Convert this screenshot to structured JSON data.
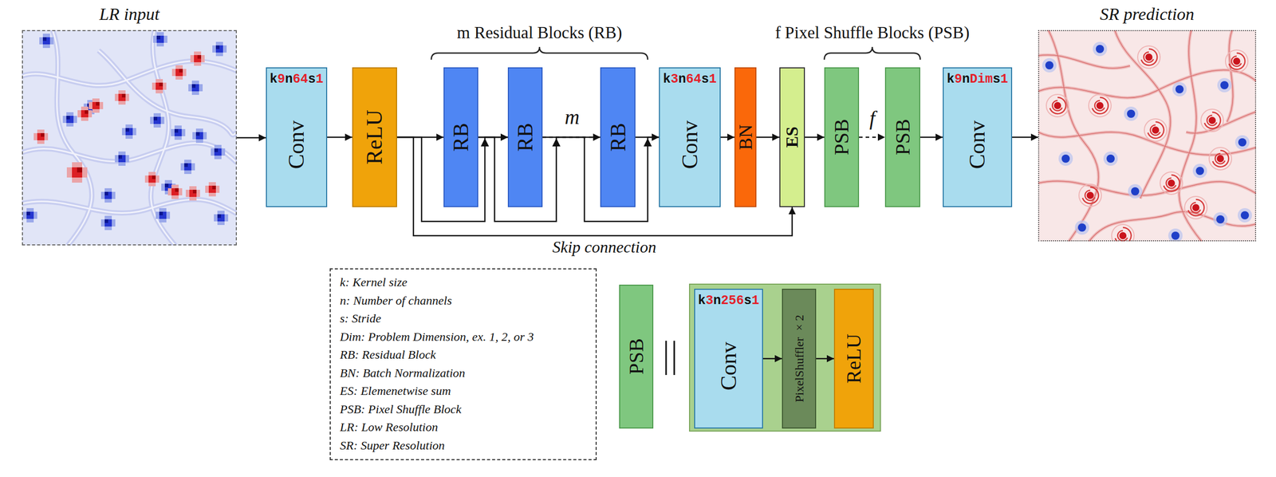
{
  "diagram": {
    "nodes": [
      {
        "text": [
          "LR input"
        ]
      },
      {
        "text": [
          "k9n64s1",
          "Conv"
        ]
      },
      {
        "text": [
          "ReLU"
        ]
      },
      {
        "text": [
          "RB"
        ]
      },
      {
        "text": [
          "RB"
        ]
      },
      {
        "text": [
          "RB"
        ]
      },
      {
        "text": [
          "k3n64s1",
          "Conv"
        ]
      },
      {
        "text": [
          "BN"
        ]
      },
      {
        "text": [
          "ES"
        ]
      },
      {
        "text": [
          "PSB"
        ]
      },
      {
        "text": [
          "PSB"
        ]
      },
      {
        "text": [
          "k9nDims1",
          "Conv"
        ]
      },
      {
        "text": [
          "SR prediction"
        ]
      },
      {
        "text": [
          "k: Kernel size",
          "n: Number of channels",
          "s: Stride",
          "Dim: Problem Dimension, ex. 1, 2, or 3",
          "RB: Residual Block",
          "BN: Batch Normalization",
          "ES: Elemenetwise sum",
          "PSB: Pixel Shuffle Block",
          "LR: Low Resolution",
          "SR: Super Resolution"
        ]
      },
      {
        "text": [
          "PSB"
        ]
      },
      {
        "text": []
      },
      {
        "text": [
          "k3n256s1",
          "Conv"
        ],
        "in": 15
      },
      {
        "text": [
          "PixelShuffler ×2"
        ],
        "in": 15
      },
      {
        "text": [
          "ReLU"
        ],
        "in": 15
      }
    ],
    "edges": [
      {
        "from": 0,
        "to": 1,
        "arrow": "to"
      },
      {
        "from": 1,
        "to": 2,
        "arrow": "to"
      },
      {
        "from": 2,
        "to": 3,
        "arrow": "to"
      },
      {
        "from": 3,
        "to": 4,
        "arrow": "to"
      },
      {
        "from": 4,
        "to": 5,
        "label": "m",
        "arrow": "to"
      },
      {
        "from": 5,
        "to": 6,
        "arrow": "to"
      },
      {
        "from": 6,
        "to": 7,
        "arrow": "to"
      },
      {
        "from": 7,
        "to": 8,
        "arrow": "to"
      },
      {
        "from": 8,
        "to": 9,
        "arrow": "to"
      },
      {
        "from": 9,
        "to": 10,
        "label": "f",
        "arrow": "to"
      },
      {
        "from": 10,
        "to": 11,
        "arrow": "to"
      },
      {
        "from": 11,
        "to": 12,
        "arrow": "to"
      },
      {
        "from": 2,
        "to": 4,
        "arrow": "to"
      },
      {
        "from": 3,
        "to": 5,
        "arrow": "to"
      },
      {
        "from": 4,
        "to": 6,
        "arrow": "to"
      },
      {
        "from": 2,
        "to": 8,
        "label": "Skip connection",
        "arrow": "to"
      },
      {
        "from": 16,
        "to": 17,
        "arrow": "to"
      },
      {
        "from": 17,
        "to": 18,
        "arrow": "to"
      }
    ],
    "labels": [
      "m Residual Blocks (RB)",
      "f Pixel Shuffle Blocks (PSB)"
    ]
  }
}
